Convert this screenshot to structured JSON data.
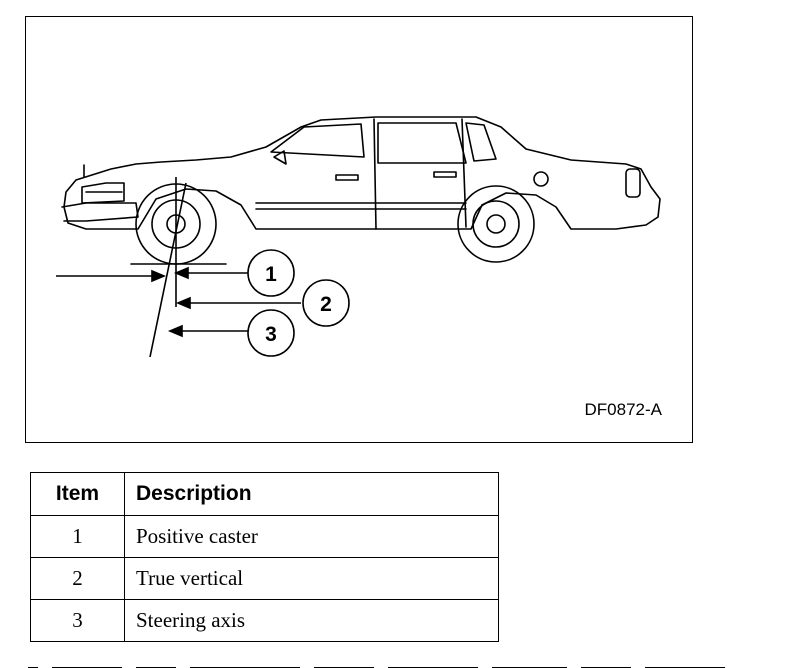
{
  "figure": {
    "code": "DF0872-A",
    "callouts": [
      "1",
      "2",
      "3"
    ]
  },
  "legend": {
    "header_item": "Item",
    "header_description": "Description",
    "rows": [
      {
        "item": "1",
        "description": "Positive caster"
      },
      {
        "item": "2",
        "description": "True vertical"
      },
      {
        "item": "3",
        "description": "Steering axis"
      }
    ]
  }
}
